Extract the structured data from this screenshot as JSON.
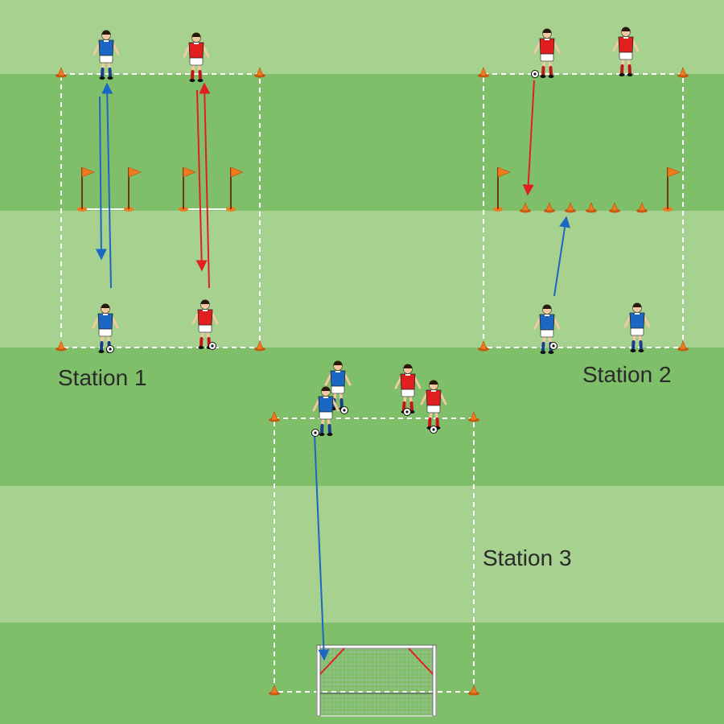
{
  "stations": [
    {
      "label": "Station 1"
    },
    {
      "label": "Station 2"
    },
    {
      "label": "Station 3"
    }
  ],
  "colors": {
    "stripe_light": "#a6d18e",
    "stripe_dark": "#7fbf6a",
    "team_blue": "#1c66c4",
    "team_red": "#e21f1f",
    "cone": "#f07a1e",
    "boundary": "#ffffff",
    "label_text": "#2a2a2a"
  },
  "icons": [
    "cone-icon",
    "corner-flag-icon",
    "player-icon",
    "ball-icon",
    "goal-icon",
    "pass-arrow-icon"
  ]
}
